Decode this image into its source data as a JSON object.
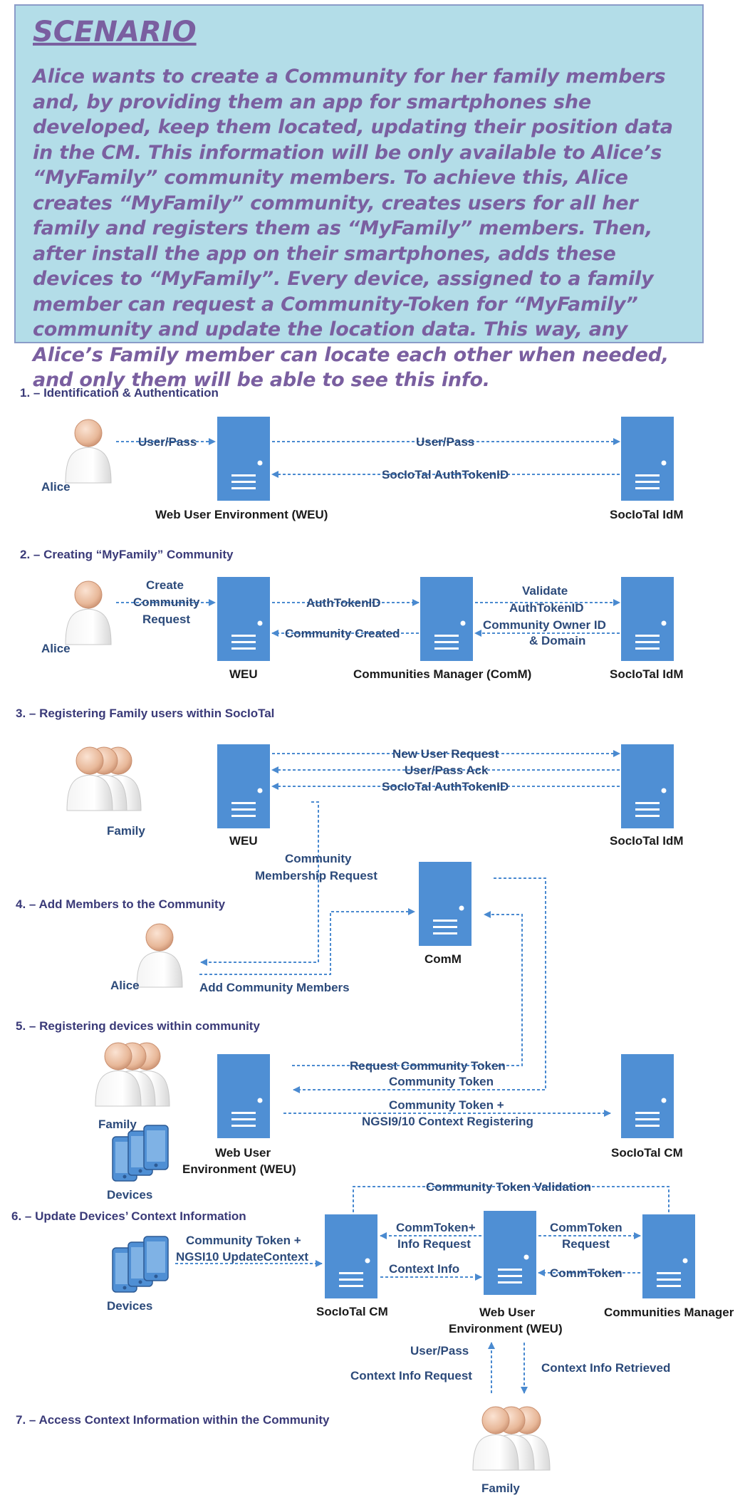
{
  "scenario": {
    "title": "SCENARIO",
    "text": "Alice wants to create a Community for her family members and, by providing them an app for smartphones she developed, keep them located, updating their position data in the CM. This information will be only available to Alice’s “MyFamily” community members. To achieve this, Alice  creates “MyFamily” community, creates users for all her family and registers them as “MyFamily” members. Then, after install the app on their smartphones, adds these devices to “MyFamily”. Every device, assigned to a family member can request a Community-Token for “MyFamily” community and update the location data. This way, any Alice’s Family member can locate each other when needed, and only them will be able to see this info."
  },
  "steps": {
    "s1": "1. – Identification & Authentication",
    "s2": "2. – Creating “MyFamily” Community",
    "s3": "3. – Registering Family users within SocIoTal",
    "s4": "4. – Add Members to the Community",
    "s5": "5. – Registering devices within community",
    "s6": "6. – Update Devices’ Context Information",
    "s7": "7. – Access Context Information within the Community"
  },
  "actors": {
    "alice": "Alice",
    "family": "Family",
    "devices": "Devices"
  },
  "servers": {
    "weu_full": "Web User Environment (WEU)",
    "weu": "WEU",
    "idm": "SocIoTal IdM",
    "comm_full": "Communities Manager (ComM)",
    "comm": "ComM",
    "weu_line1": "Web User",
    "weu_line2": "Environment (WEU)",
    "cm": "SocIoTal CM",
    "communities_manager": "Communities Manager"
  },
  "messages": {
    "s1_userpass_a": "User/Pass",
    "s1_userpass_b": "User/Pass",
    "s1_token": "SocIoTal AuthTokenID",
    "s2_create_1": "Create",
    "s2_create_2": "Community",
    "s2_create_3": "Request",
    "s2_authtoken": "AuthTokenID",
    "s2_created": "Community Created",
    "s2_validate_1": "Validate",
    "s2_validate_2": "AuthTokenID",
    "s2_owner_1": "Community Owner ID",
    "s2_owner_2": "& Domain",
    "s3_newuser": "New User Request",
    "s3_ack": "User/Pass Ack",
    "s3_token": "SocIoTal AuthTokenID",
    "s4_membership_1": "Community",
    "s4_membership_2": "Membership Request",
    "s4_add": "Add Community Members",
    "s5_req_token": "Request Community Token",
    "s5_token": "Community Token",
    "s5_register_1": "Community Token +",
    "s5_register_2": "NGSI9/10 Context Registering",
    "s6_validation": "Community Token Validation",
    "s6_update_1": "Community Token +",
    "s6_update_2": "NGSI10 UpdateContext",
    "s6_infoReq_1": "CommToken+",
    "s6_infoReq_2": "Info Request",
    "s6_context": "Context Info",
    "s6_commtoken_req_1": "CommToken",
    "s6_commtoken_req_2": "Request",
    "s6_commtoken": "CommToken",
    "s7_userpass": "User/Pass",
    "s7_ctxreq": "Context Info Request",
    "s7_retrieved": "Context Info Retrieved"
  },
  "colors": {
    "server": "#4f8fd4",
    "connector": "#4a8ad0",
    "label": "#2c4a7a",
    "scenario_bg": "#b3dde8",
    "scenario_text": "#7a5fa0"
  }
}
